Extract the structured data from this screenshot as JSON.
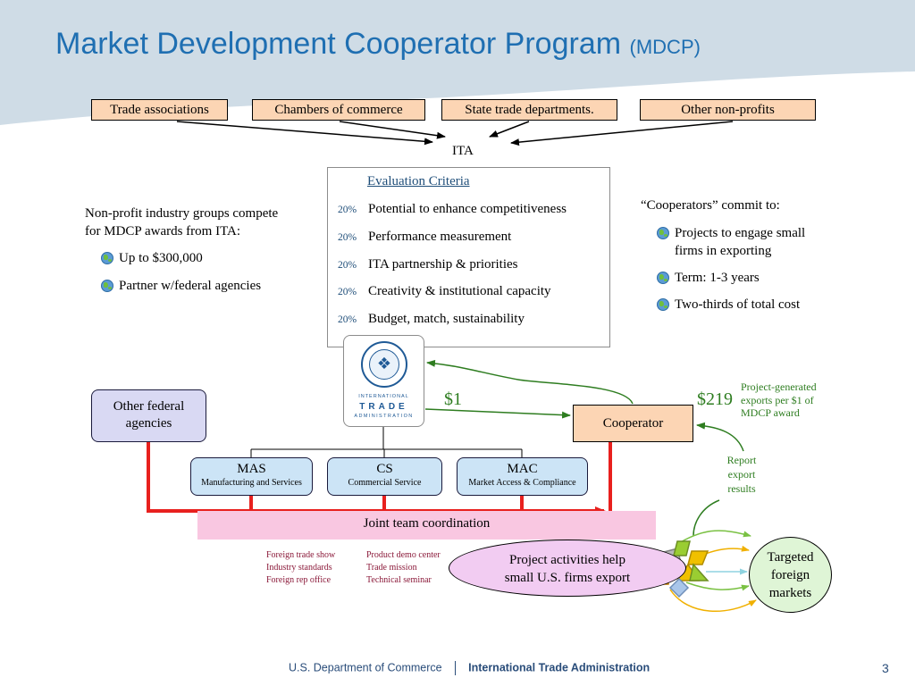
{
  "slide": {
    "title": "Market Development Cooperator Program",
    "title_abbr": "(MDCP)",
    "page_number": "3"
  },
  "sources": [
    {
      "label": "Trade associations"
    },
    {
      "label": "Chambers of commerce"
    },
    {
      "label": "State trade departments."
    },
    {
      "label": "Other non-profits"
    }
  ],
  "ita_label": "ITA",
  "evaluation": {
    "heading": "Evaluation Criteria",
    "criteria": [
      {
        "pct": "20%",
        "label": "Potential to enhance competitiveness"
      },
      {
        "pct": "20%",
        "label": "Performance measurement"
      },
      {
        "pct": "20%",
        "label": "ITA partnership & priorities"
      },
      {
        "pct": "20%",
        "label": "Creativity & institutional capacity"
      },
      {
        "pct": "20%",
        "label": "Budget, match, sustainability"
      }
    ]
  },
  "left_panel": {
    "line1": "Non-profit industry groups compete",
    "line2": "for MDCP awards from ITA:",
    "bullets": [
      "Up to $300,000",
      "Partner w/federal agencies"
    ]
  },
  "cooperators_panel": {
    "heading": "“Cooperators” commit to:",
    "bullet1_line1": "Projects to engage small",
    "bullet1_line2": "firms in exporting",
    "bullet2": "Term: 1-3 years",
    "bullet3": "Two-thirds of total cost"
  },
  "seal": {
    "line1": "INTERNATIONAL",
    "line2": "TRADE",
    "line3": "ADMINISTRATION"
  },
  "other_federal": {
    "line1": "Other federal",
    "line2": "agencies"
  },
  "units": [
    {
      "name": "MAS",
      "sub": "Manufacturing and Services"
    },
    {
      "name": "CS",
      "sub": "Commercial Service"
    },
    {
      "name": "MAC",
      "sub": "Market Access & Compliance"
    }
  ],
  "cooperator_label": "Cooperator",
  "money": {
    "award": "$1",
    "exports": "$219",
    "note_lines": [
      "Project-generated",
      "exports per $1 of",
      "MDCP award"
    ]
  },
  "report_lines": [
    "Report",
    "export",
    "results"
  ],
  "joint_label": "Joint team coordination",
  "activities": {
    "col1": [
      "Foreign trade show",
      "Industry standards",
      "Foreign rep office"
    ],
    "col2": [
      "Product demo center",
      "Trade mission",
      "Technical seminar"
    ],
    "ellipse_line1": "Project activities help",
    "ellipse_line2": "small U.S. firms export"
  },
  "target": {
    "line1": "Targeted",
    "line2": "foreign",
    "line3": "markets"
  },
  "footer": {
    "department": "U.S. Department of Commerce",
    "agency": "International Trade Administration"
  },
  "colors": {
    "title_blue": "#1f6fb2",
    "header_band": "#cfdce6",
    "peach": "#fcd5b4",
    "light_blue_box": "#cce4f6",
    "pink_bar": "#f9c7e1",
    "green_text": "#2e7d20",
    "red_arrow": "#e8201e"
  }
}
